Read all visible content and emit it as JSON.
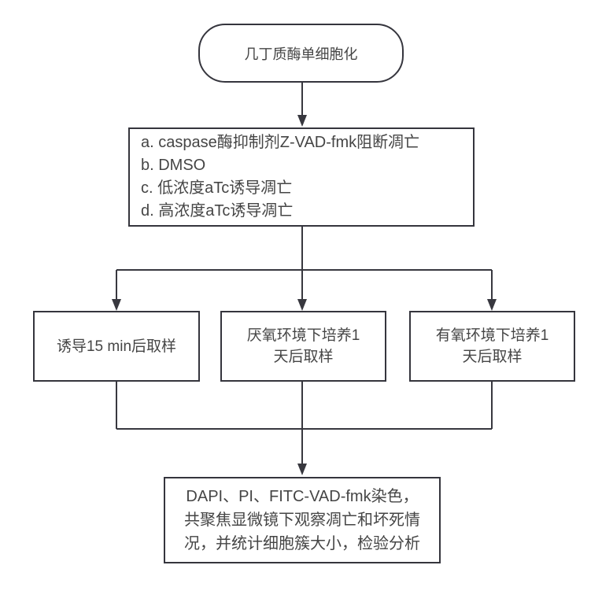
{
  "flow": {
    "start": {
      "label": "几丁质酶单细胞化"
    },
    "conditions": {
      "lines": [
        "a. caspase酶抑制剂Z-VAD-fmk阻断凋亡",
        "b. DMSO",
        "c. 低浓度aTc诱导凋亡",
        "d. 高浓度aTc诱导凋亡"
      ]
    },
    "branches": [
      {
        "lines": [
          "诱导15 min后取样"
        ]
      },
      {
        "lines": [
          "厌氧环境下培养1",
          "天后取样"
        ]
      },
      {
        "lines": [
          "有氧环境下培养1",
          "天后取样"
        ]
      }
    ],
    "final": {
      "lines": [
        "DAPI、PI、FITC-VAD-fmk染色，",
        "共聚焦显微镜下观察凋亡和坏死情",
        "况，并统计细胞簇大小，检验分析"
      ]
    }
  },
  "colors": {
    "border": "#35353d",
    "line": "#38383f",
    "text": "#454545",
    "bg": "#ffffff"
  }
}
